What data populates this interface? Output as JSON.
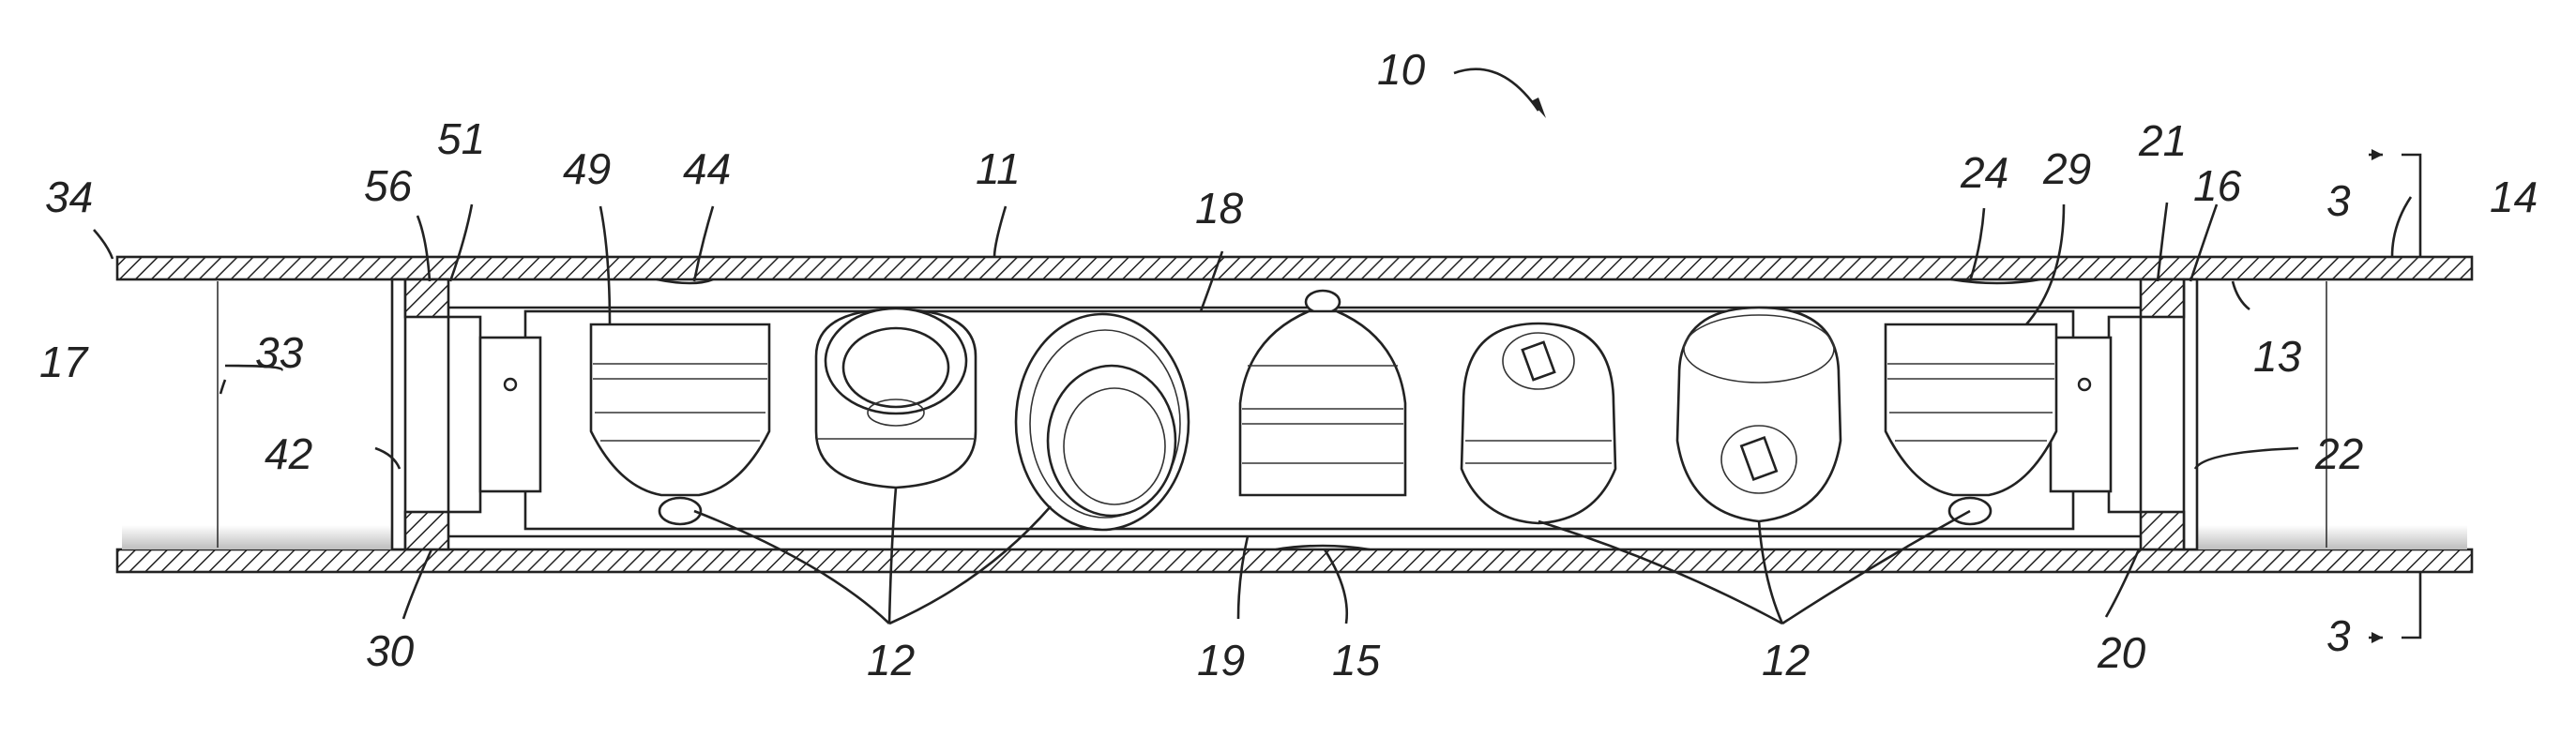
{
  "figure": {
    "ref_labels": [
      {
        "id": "label-10",
        "text": "10"
      },
      {
        "id": "label-34",
        "text": "34"
      },
      {
        "id": "label-56",
        "text": "56"
      },
      {
        "id": "label-51",
        "text": "51"
      },
      {
        "id": "label-49",
        "text": "49"
      },
      {
        "id": "label-44",
        "text": "44"
      },
      {
        "id": "label-11",
        "text": "11"
      },
      {
        "id": "label-18",
        "text": "18"
      },
      {
        "id": "label-24",
        "text": "24"
      },
      {
        "id": "label-29",
        "text": "29"
      },
      {
        "id": "label-21",
        "text": "21"
      },
      {
        "id": "label-16",
        "text": "16"
      },
      {
        "id": "label-3-top",
        "text": "3"
      },
      {
        "id": "label-14",
        "text": "14"
      },
      {
        "id": "label-33",
        "text": "33"
      },
      {
        "id": "label-13",
        "text": "13"
      },
      {
        "id": "label-17",
        "text": "17"
      },
      {
        "id": "label-42",
        "text": "42"
      },
      {
        "id": "label-22",
        "text": "22"
      },
      {
        "id": "label-30",
        "text": "30"
      },
      {
        "id": "label-12-left",
        "text": "12"
      },
      {
        "id": "label-19",
        "text": "19"
      },
      {
        "id": "label-15",
        "text": "15"
      },
      {
        "id": "label-12-right",
        "text": "12"
      },
      {
        "id": "label-20",
        "text": "20"
      },
      {
        "id": "label-3-bottom",
        "text": "3"
      }
    ]
  }
}
